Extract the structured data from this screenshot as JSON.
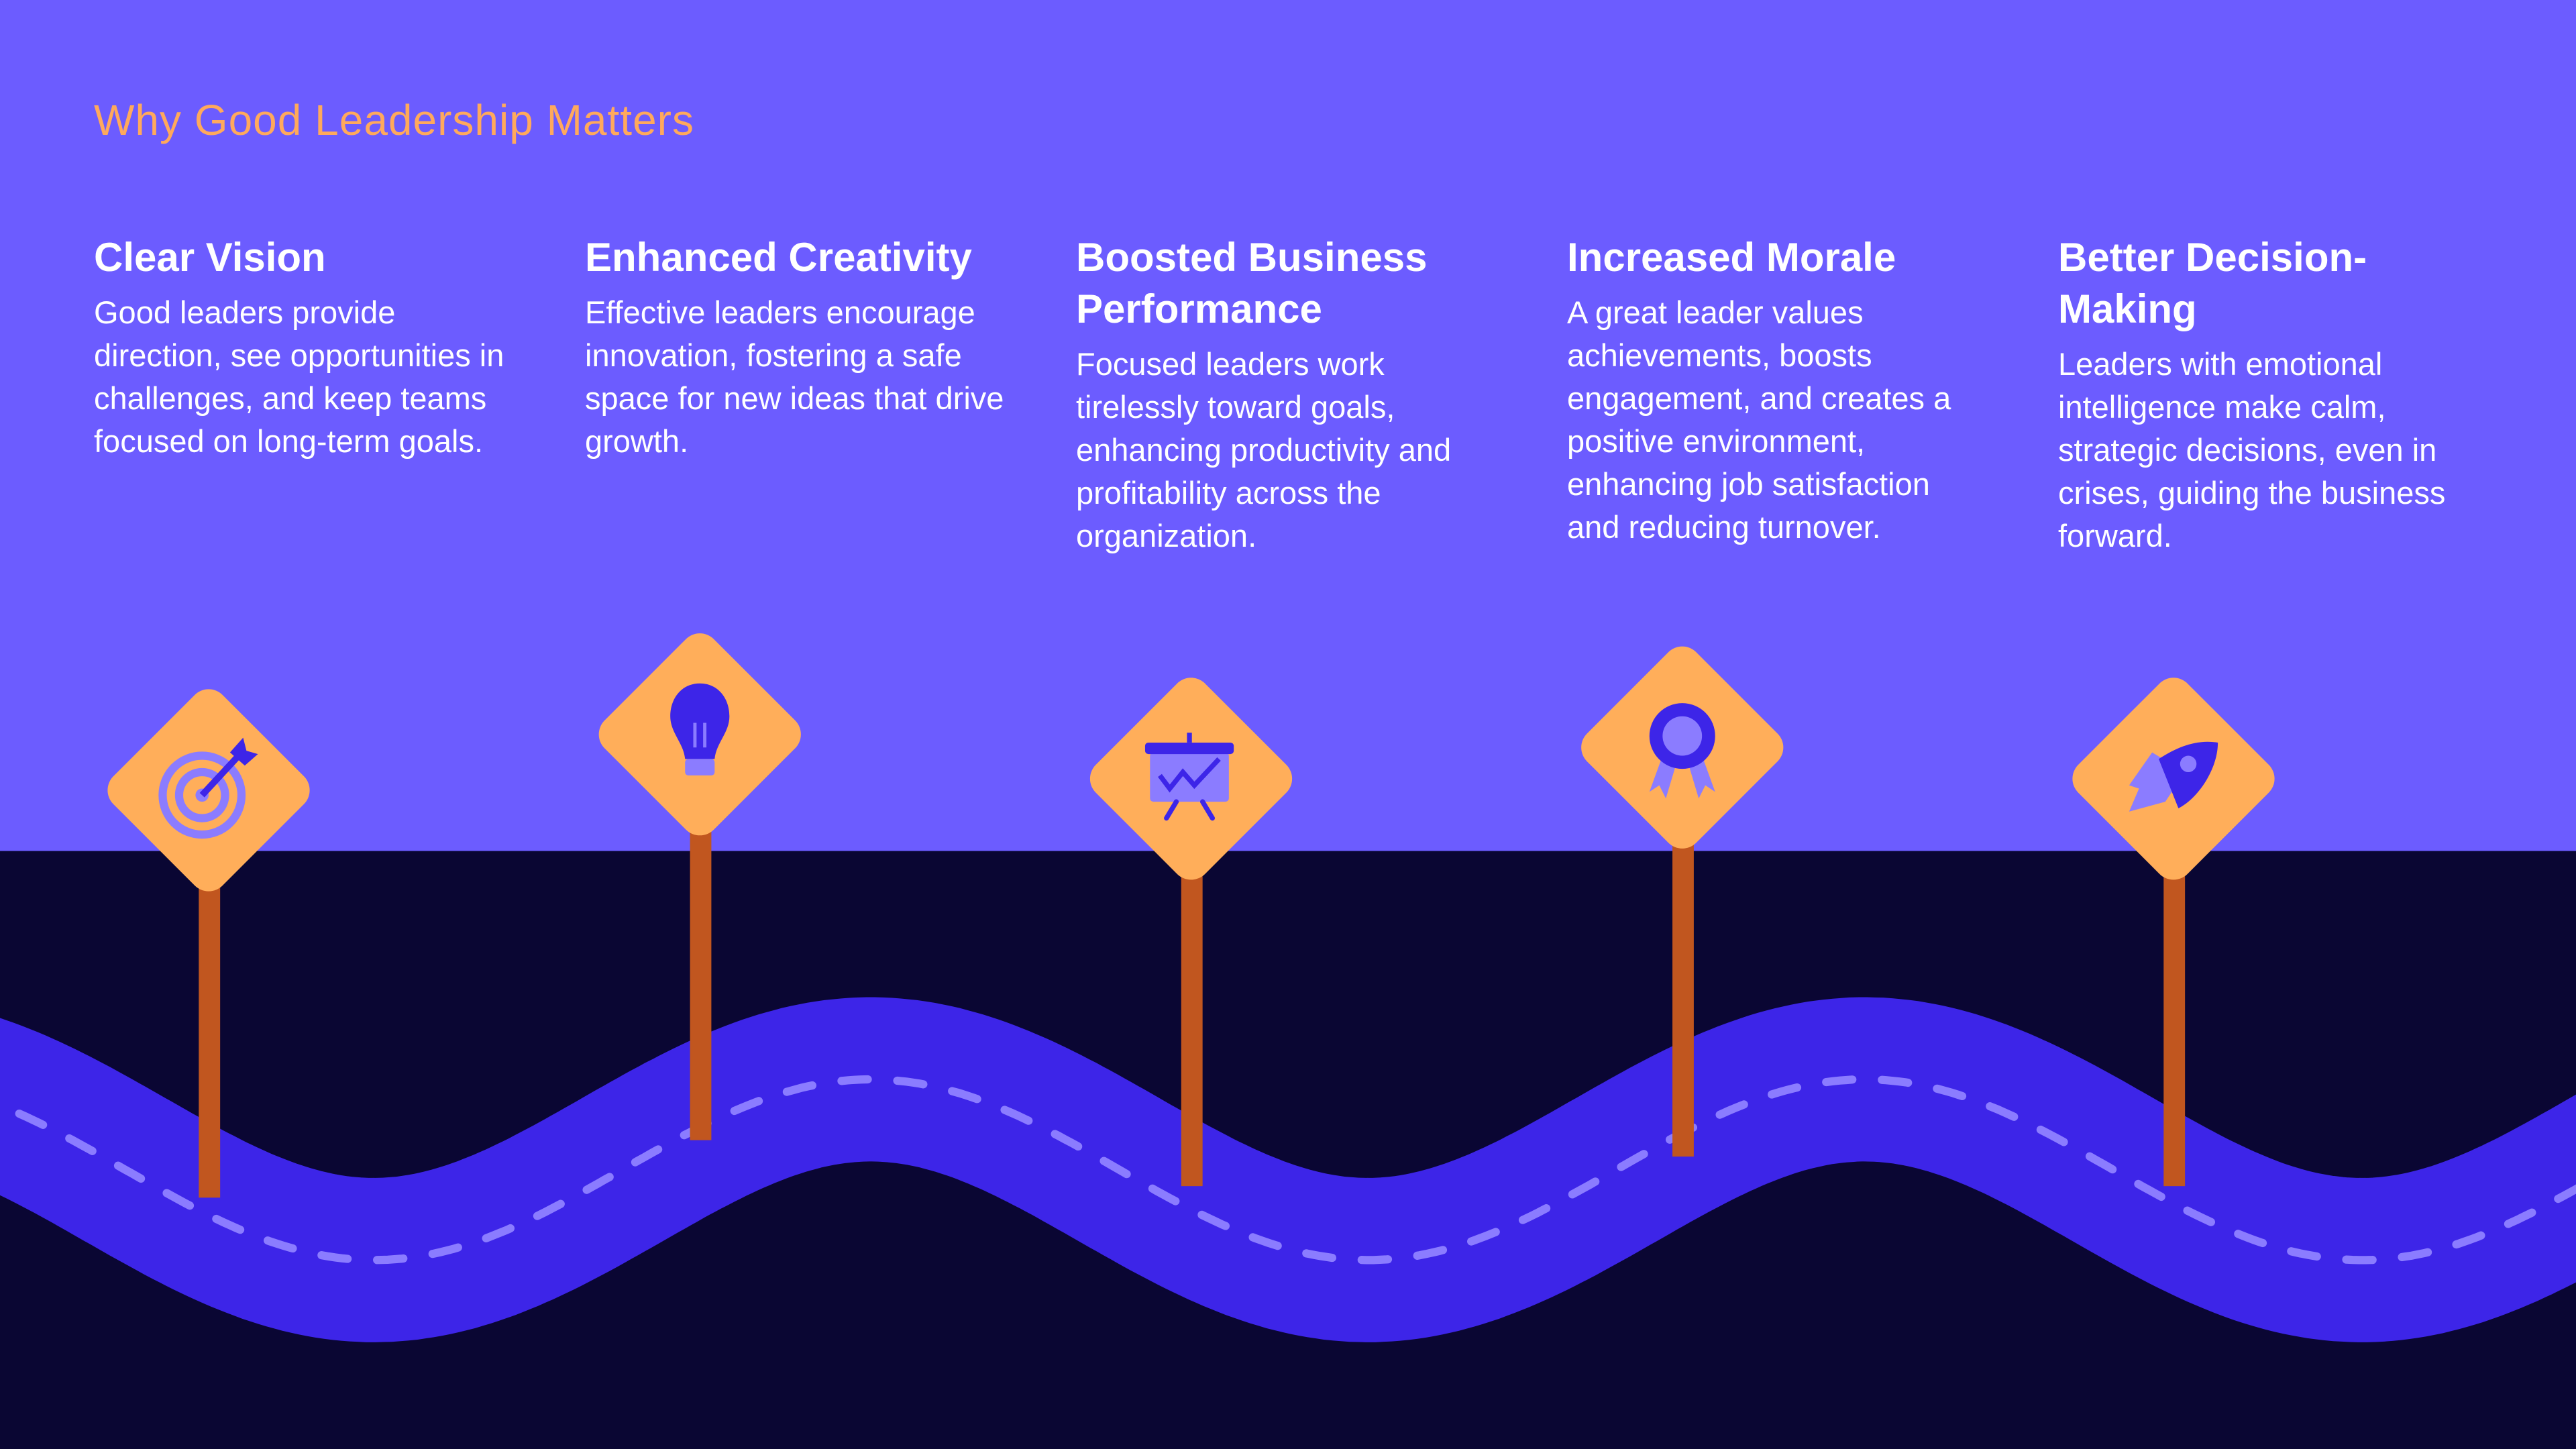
{
  "title": "Why Good Leadership Matters",
  "colors": {
    "background": "#6C5CFF",
    "ground": "#0A0633",
    "road": "#3D25E8",
    "dash": "#8B7CFF",
    "sign": "#FFAE5A",
    "post": "#C1561F",
    "title": "#FFA95C"
  },
  "items": [
    {
      "heading": "Clear Vision",
      "text": "Good leaders provide direction, see opportunities in challenges, and keep teams focused on long-term goals.",
      "icon": "target-icon"
    },
    {
      "heading": "Enhanced Creativity",
      "text": "Effective leaders encourage innovation, fostering a safe space for new ideas that drive growth.",
      "icon": "lightbulb-icon"
    },
    {
      "heading": "Boosted Business Performance",
      "text": "Focused leaders work tirelessly toward goals, enhancing productivity and profitability across the organization.",
      "icon": "presentation-chart-icon"
    },
    {
      "heading": "Increased Morale",
      "text": "A great leader values achievements, boosts engagement, and creates a positive environment, enhancing job satisfaction and reducing turnover.",
      "icon": "award-ribbon-icon"
    },
    {
      "heading": "Better Decision-Making",
      "text": "Leaders with emotional intelligence make calm, strategic decisions, even in crises, guiding the business forward.",
      "icon": "rocket-icon"
    }
  ]
}
